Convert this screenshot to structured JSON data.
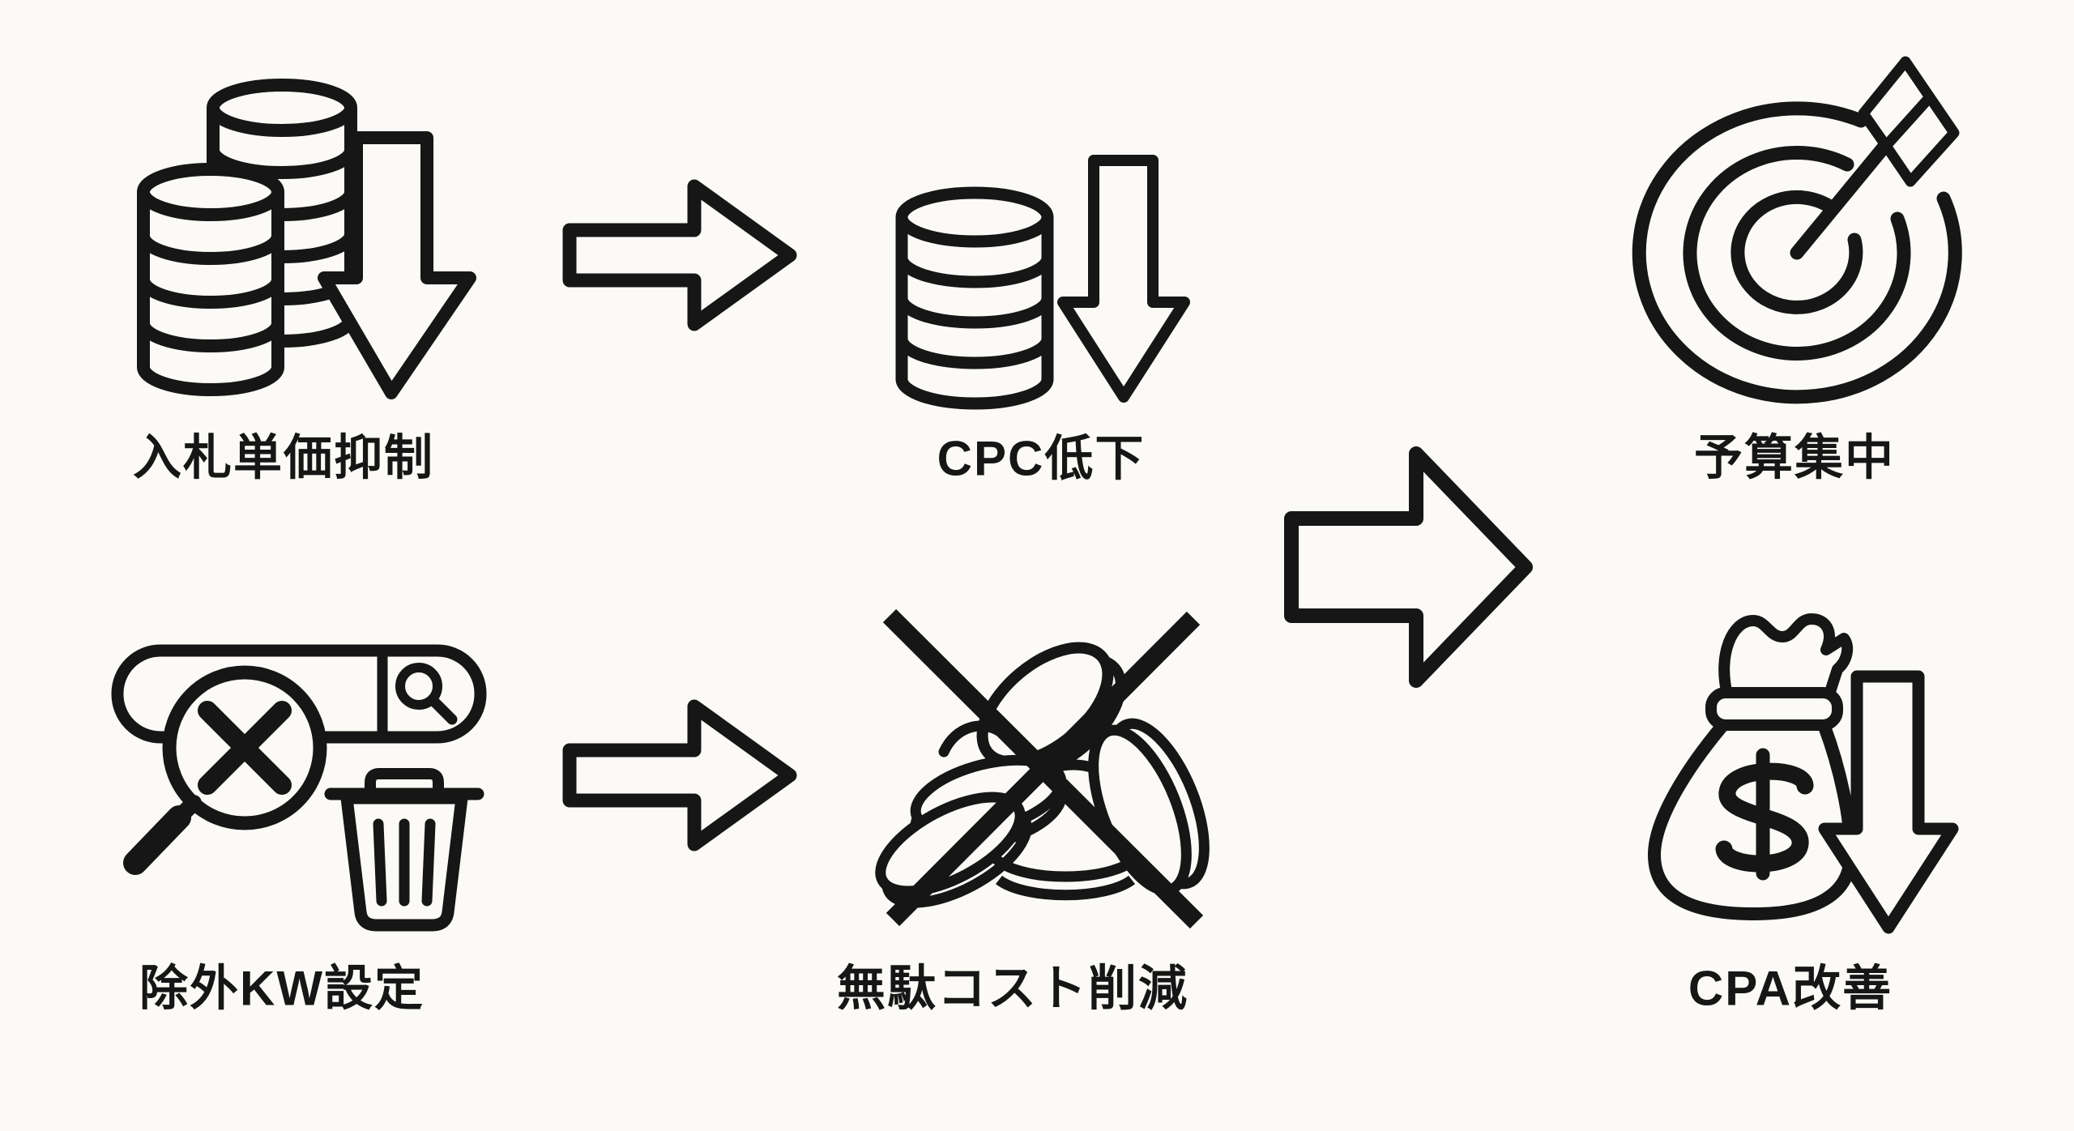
{
  "colors": {
    "ink": "#161616",
    "bg": "#fbfaf6"
  },
  "flow": {
    "top_row": {
      "cause": {
        "label": "入札単価抑制",
        "icon": "coin-stacks-down-icon"
      },
      "effect": {
        "label": "CPC低下",
        "icon": "coin-stack-down-icon"
      },
      "outcome": {
        "label": "予算集中",
        "icon": "target-dart-icon"
      }
    },
    "bottom_row": {
      "cause": {
        "label": "除外KW設定",
        "icon": "excluded-keyword-search-icon"
      },
      "effect": {
        "label": "無駄コスト削減",
        "icon": "crossed-coins-icon"
      },
      "outcome": {
        "label": "CPA改善",
        "icon": "money-bag-down-icon"
      }
    }
  }
}
